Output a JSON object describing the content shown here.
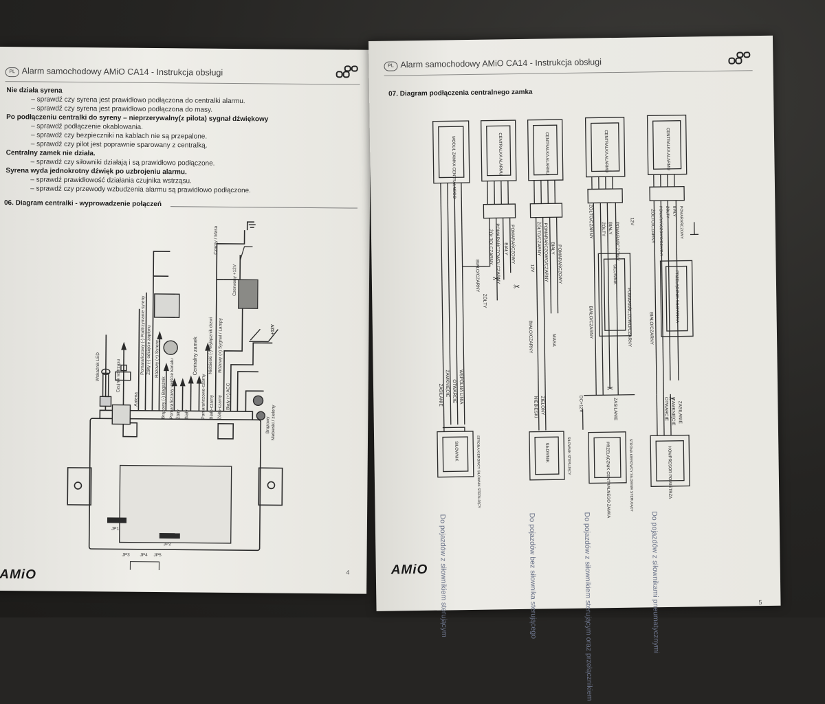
{
  "left_page": {
    "lang_badge": "PL",
    "header_title": "Alarm samochodowy AMiO CA14 - Instrukcja obsługi",
    "troubleshooting": [
      {
        "heading": "Nie działa syrena",
        "items": [
          "sprawdź czy syrena jest prawidłowo podłączona do centralki alarmu.",
          "sprawdź czy syrena jest prawidłowo podłączona do masy."
        ]
      },
      {
        "heading": "Po podłączeniu centralki do syreny – nieprzerywalny(z pilota) sygnał dźwiękowy",
        "items": [
          "sprawdź podłączenie okablowania.",
          "sprawdź czy bezpieczniki na kablach nie są przepalone.",
          "sprawdź czy pilot jest poprawnie sparowany z centralką."
        ]
      },
      {
        "heading": "Centralny zamek nie działa.",
        "items": [
          "sprawdź czy siłowniki działają i są prawidłowo podłączone."
        ]
      },
      {
        "heading": "Syrena wyda jednokrotny dźwięk po uzbrojeniu alarmu.",
        "items": [
          "sprawdź prawidłowość działania czujnika wstrząsu.",
          "sprawdź czy przewody wzbudzenia alarmu są prawidłowo podłączone."
        ]
      }
    ],
    "section_title": "06. Diagram centralki - wyprowadzenie połączeń",
    "diagram_labels": {
      "led": "Wskaźnik LED",
      "shock": "Czujnik wstrząsu",
      "antenna": "Antena",
      "siren1": "Pomarańczowy (-) Podtrzymanie syreny",
      "siren2": "Żółty (-) odcięcie zapłonu",
      "siren3": "Różowy (+) Syreny",
      "black_ground": "Czarny / Masa",
      "red_12v": "Czerwony +12V",
      "plus12v": "+12V",
      "central_lock": "Centralny zamek",
      "yellow": "Żółty",
      "white": "Biały",
      "orange_black": "Pomarańczowo-czarny",
      "white_black": "Biało-czarny",
      "yellow_black": "Żółto-czarny",
      "acc": "Biały (+) ACC",
      "pink_signal": "Różowy (+) Sygnał / Lampy",
      "door_sw": "Niebieski (-) Wyłącznik drzwi",
      "brown": "Brązowy",
      "blue_green": "Niebieski / zielony",
      "trunk": "Brązowy (-) Bagażnik",
      "opt_out": "Pomarańczowy wyjście kanału",
      "p1": "JP1",
      "p2": "JP2",
      "p3": "JP3",
      "p4": "JP4",
      "p5": "JP5"
    },
    "brand": "AMiO",
    "page_number": "4"
  },
  "right_page": {
    "lang_badge": "PL",
    "header_title": "Alarm samochodowy AMiO CA14 - Instrukcja obsługi",
    "section_title": "07. Diagram podłączenia centralnego zamka",
    "modules": {
      "m1": "MODUŁ ZAMKA CENTRALNEGO",
      "m2": "CENTRALKA ALARMU",
      "m3": "CENTRALKA ALARMU",
      "m4": "CENTRALKA ALARMU",
      "m5": "CENTRALKA ALARMU"
    },
    "wire_labels": {
      "zolty_czarny": "ŻÓŁTO/ CZARNY",
      "pom_czarny": "POMARAŃCZOWO/ CZARNY",
      "bialy": "BIAŁY",
      "pomaranczowy": "POMARAŃCZOWY",
      "bialo_czarny": "BIAŁO/CZARNY",
      "zolty": "ŻÓŁTY",
      "zolto_czarny2": "ŻÓŁTO/CZARNY",
      "pom_czarny2": "POMARAŃCZOWO/CZARNY",
      "bialy2": "BIAŁY",
      "pom2": "POMARAŃCZOWY",
      "v12": "12V",
      "bialo_czarny2": "BIAŁO/CZARNY",
      "masa": "MASA",
      "zasilanie": "ZASILANIE",
      "zamkniecie": "ZAMKNIĘCIE",
      "otwarcie": "OTWARCIE",
      "wspolna": "WSPÓLNA LINIA",
      "niebieski": "NIEBIESKI",
      "zielony": "ZIELONY",
      "silownik": "SIŁOWNIK",
      "zolto_czarny3": "ŻÓŁTO/CZARNY",
      "zolty3": "ŻÓŁTY",
      "bialy3": "BIAŁY",
      "pom3": "POMARAŃCZOWY",
      "v12b": "12V",
      "bialo_czarny3": "BIAŁO/CZARNY",
      "pom_czarny3": "POMARAŃCZOWO/CZARNY",
      "dc12": "DC+12V",
      "zasilanie2": "ZASILANIE",
      "zolto_czarny4": "ŻÓŁTO/CZARNY",
      "pom4": "POMARAŃCZOWO/CZARNY",
      "zolty4": "ŻÓŁTY",
      "bialy4": "BIAŁY",
      "pomaranczowy4": "POMARAŃCZOWY",
      "bialo_czarny4": "BIAŁO/CZARNY",
      "przelacznik": "PRZEŁĄCZNIK SIŁOWNIKA",
      "otwarcie2": "OTWARCIE",
      "zamkniecie2": "ZAMKNIĘCIE",
      "zasilanie3": "ZASILANIE",
      "silownik_b": "SIŁOWNIK",
      "kompresor": "KOMPRESOR POWIETRZA",
      "silownik_c": "SIŁOWNIK",
      "przelacznik_zamka": "PRZEŁĄCZNIK CENTRALNEGO ZAMKA",
      "strona_kier": "STRONA KIEROWCY SIŁOWNIK STERUJĄCY",
      "silownik_ster": "SIŁOWNIK STERUJĄCY",
      "strona_kier2": "STRONA KIEROWCY SIŁOWNIK STERUJĄCY"
    },
    "hand_labels": [
      "Do pojazdów z siłownikiem sterującym",
      "Do pojazdów bez siłownika sterującego",
      "Do pojazdów z siłownikiem sterującym oraz przełącznikiem",
      "Do pojazdów z siłownikami pneumatycznymi"
    ],
    "brand": "AMiO",
    "page_number": "5"
  }
}
